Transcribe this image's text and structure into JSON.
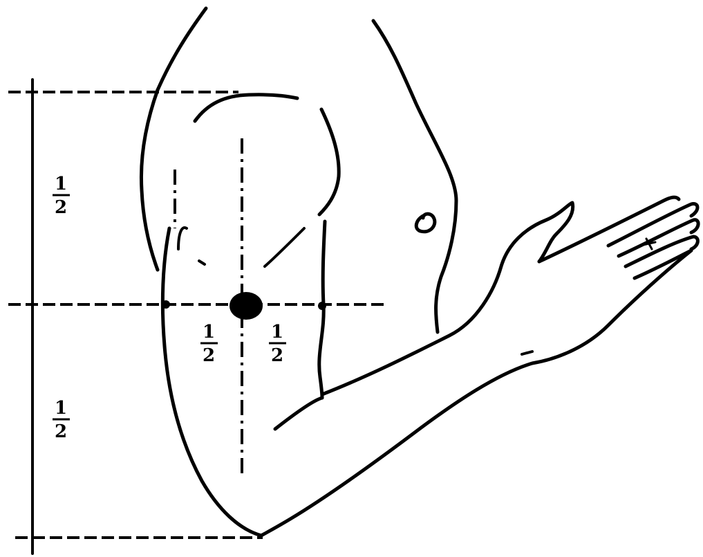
{
  "labels": {
    "upper_half": {
      "num": "1",
      "den": "2"
    },
    "lower_half": {
      "num": "1",
      "den": "2"
    },
    "left_half": {
      "num": "1",
      "den": "2"
    },
    "right_half": {
      "num": "1",
      "den": "2"
    }
  },
  "colors": {
    "ink": "#000000",
    "background": "#ffffff"
  }
}
